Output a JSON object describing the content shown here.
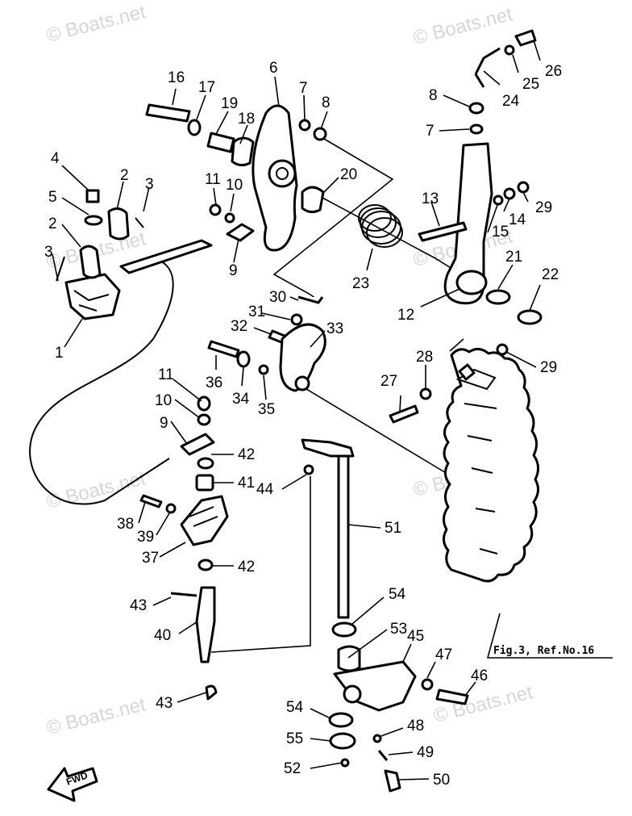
{
  "watermark": "© Boats.net",
  "reference_note": "Fig.3, Ref.No.16",
  "direction_label": "FWD",
  "callouts": [
    "1",
    "2",
    "3",
    "4",
    "5",
    "6",
    "7",
    "8",
    "9",
    "10",
    "11",
    "12",
    "13",
    "14",
    "15",
    "16",
    "17",
    "18",
    "19",
    "20",
    "21",
    "22",
    "23",
    "24",
    "25",
    "26",
    "27",
    "28",
    "29",
    "30",
    "31",
    "32",
    "33",
    "34",
    "35",
    "36",
    "37",
    "38",
    "39",
    "40",
    "41",
    "42",
    "43",
    "44",
    "45",
    "46",
    "47",
    "48",
    "49",
    "50",
    "51",
    "52",
    "53",
    "54",
    "55"
  ]
}
